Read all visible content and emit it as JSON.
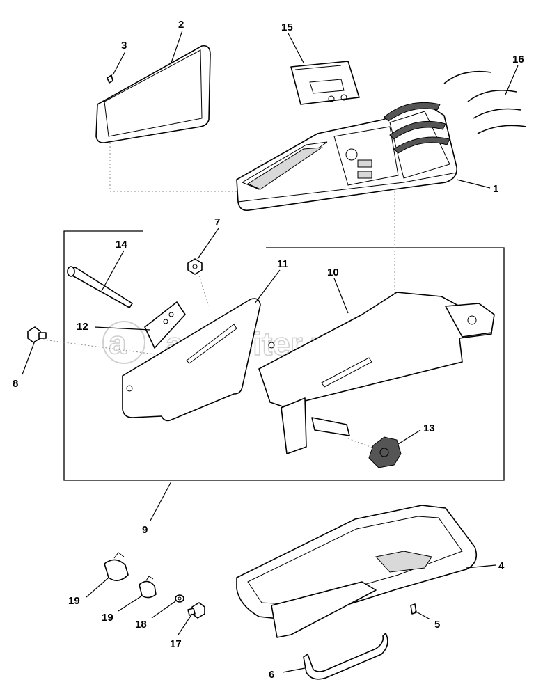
{
  "watermark": {
    "text": "autopiter.ru"
  },
  "callouts": [
    {
      "id": "part-1",
      "label": "1"
    },
    {
      "id": "part-2",
      "label": "2"
    },
    {
      "id": "part-3",
      "label": "3"
    },
    {
      "id": "part-4",
      "label": "4"
    },
    {
      "id": "part-5",
      "label": "5"
    },
    {
      "id": "part-6",
      "label": "6"
    },
    {
      "id": "part-7",
      "label": "7"
    },
    {
      "id": "part-8",
      "label": "8"
    },
    {
      "id": "part-9",
      "label": "9"
    },
    {
      "id": "part-10",
      "label": "10"
    },
    {
      "id": "part-11",
      "label": "11"
    },
    {
      "id": "part-12",
      "label": "12"
    },
    {
      "id": "part-13",
      "label": "13"
    },
    {
      "id": "part-14",
      "label": "14"
    },
    {
      "id": "part-15",
      "label": "15"
    },
    {
      "id": "part-16",
      "label": "16"
    },
    {
      "id": "part-17",
      "label": "17"
    },
    {
      "id": "part-18",
      "label": "18"
    },
    {
      "id": "part-19a",
      "label": "19"
    },
    {
      "id": "part-19b",
      "label": "19"
    }
  ]
}
